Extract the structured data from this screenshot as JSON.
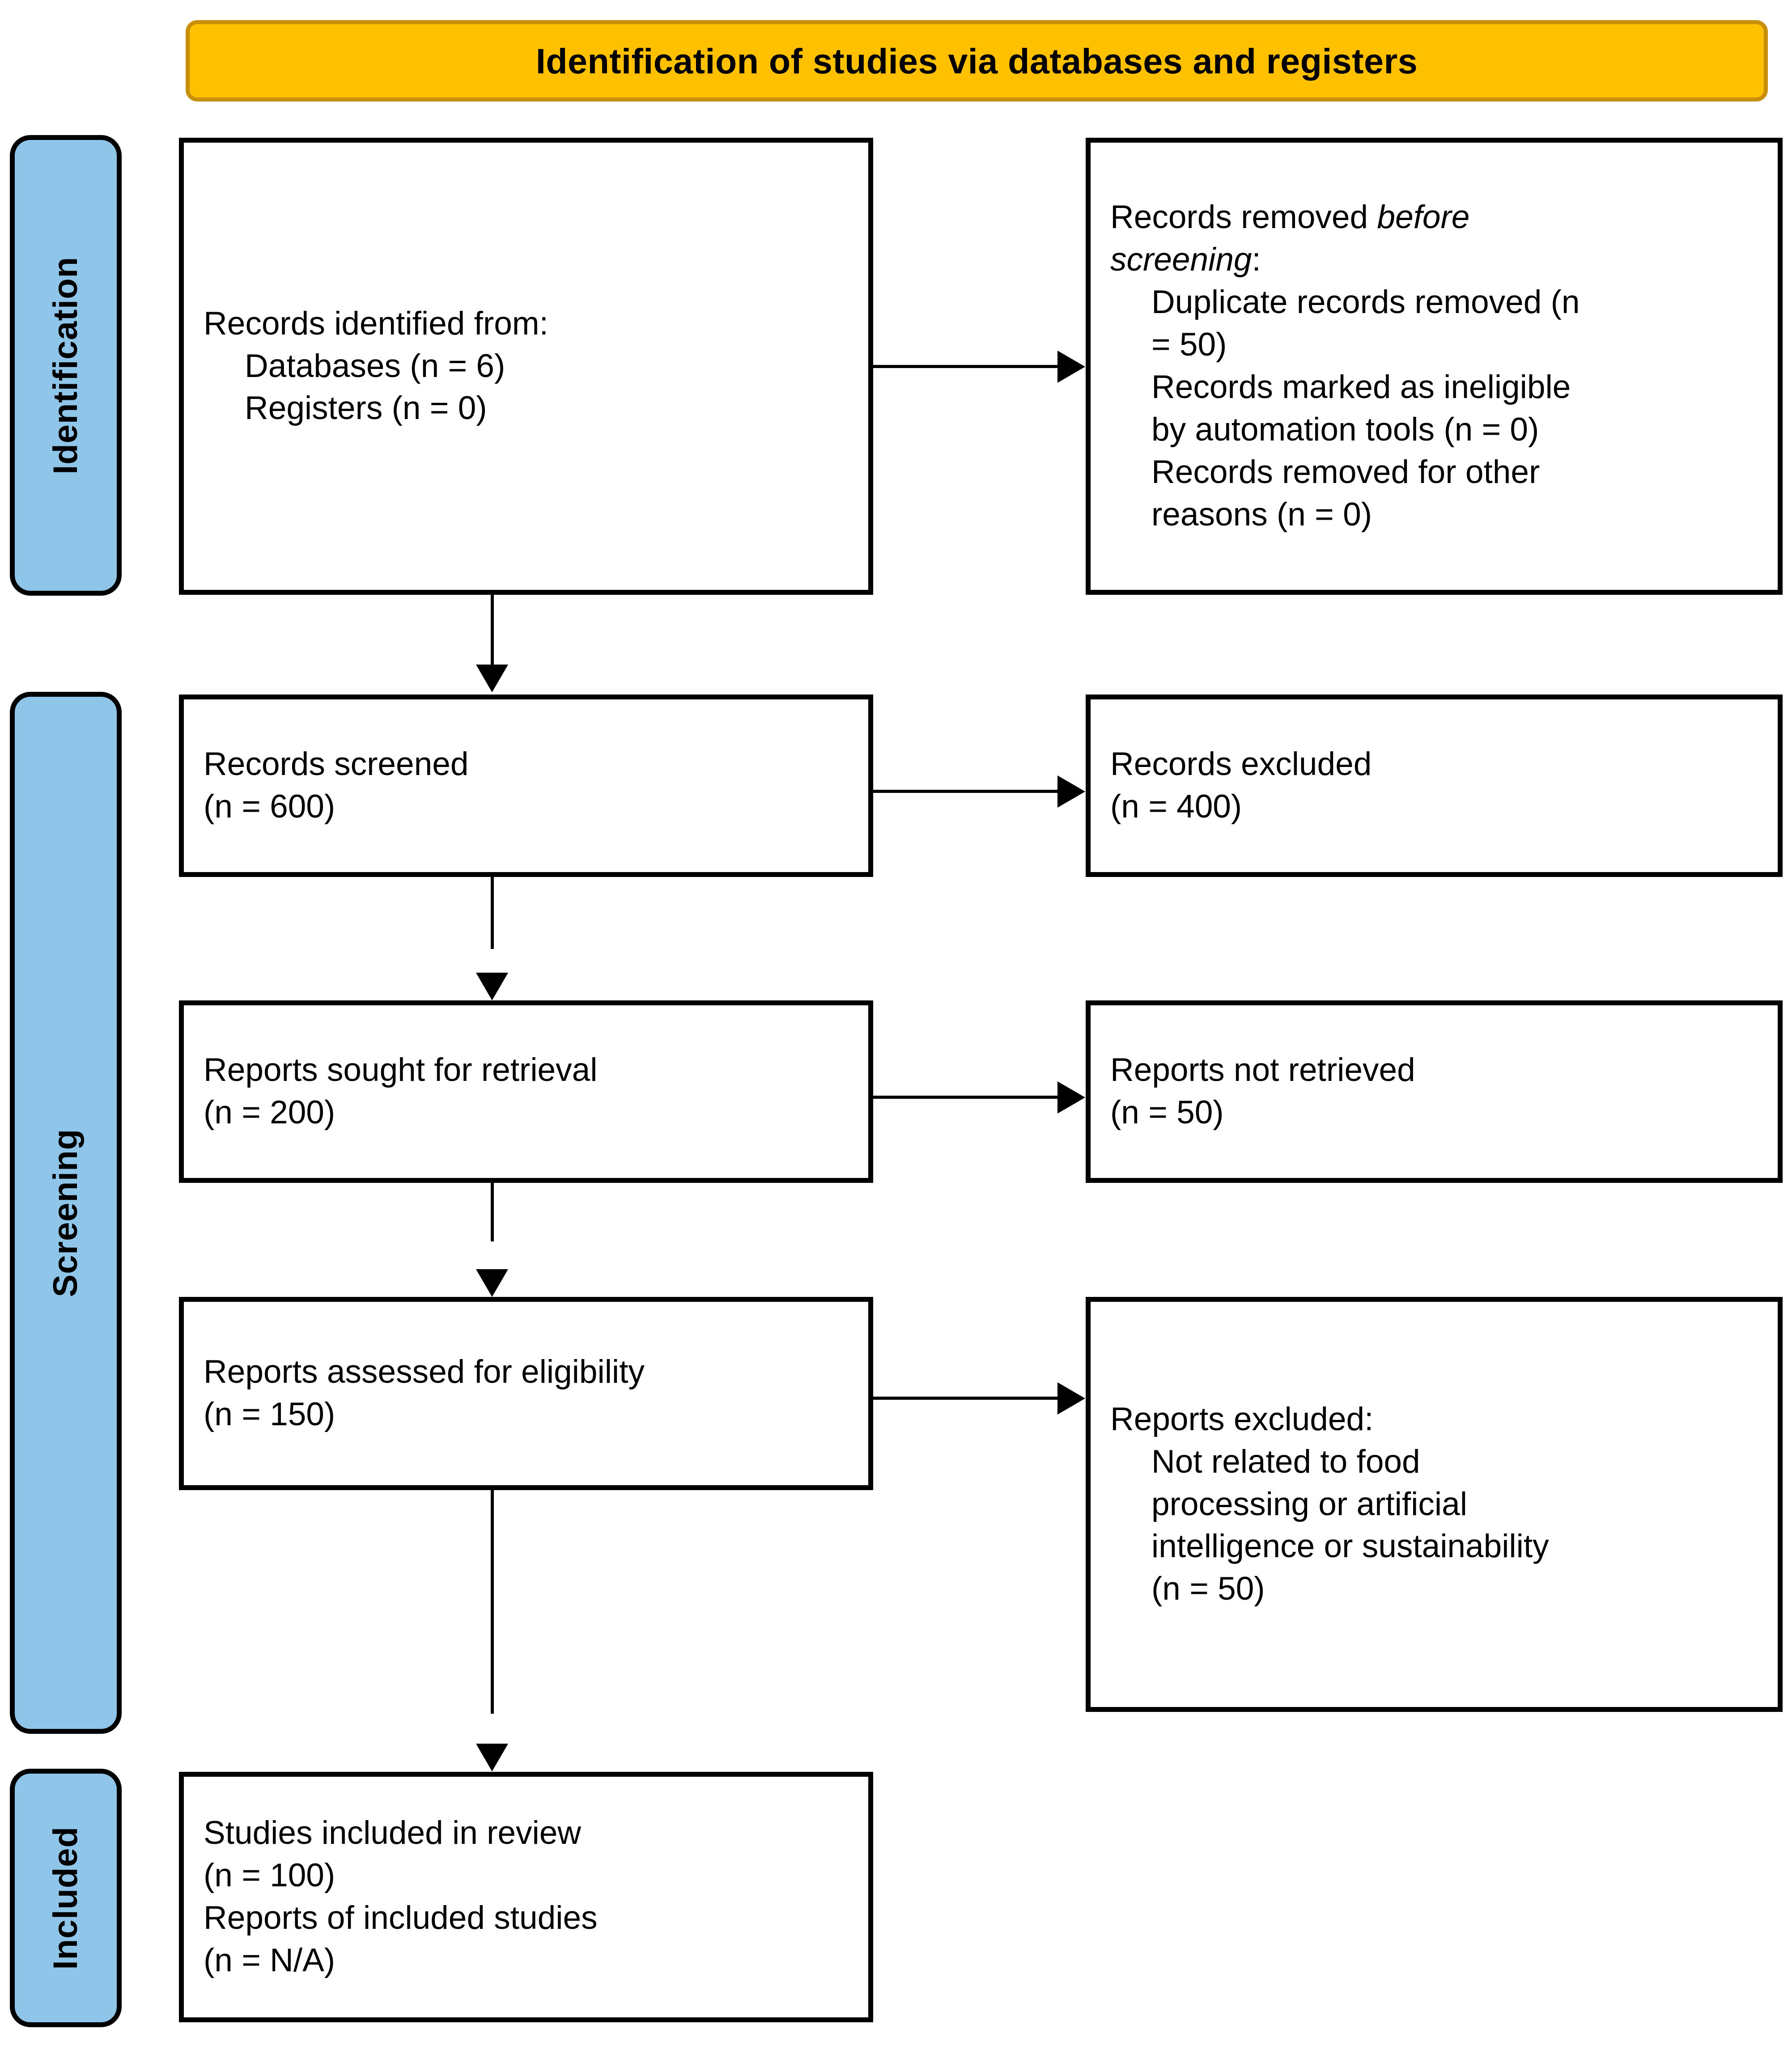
{
  "header": {
    "title": "Identification of studies via databases and registers",
    "fill_color": "#FFC000",
    "border_color": "#C8900A"
  },
  "stages": {
    "identification": "Identification",
    "screening": "Screening",
    "included": "Included",
    "fill_color": "#8FC5E8",
    "border_color": "#000000"
  },
  "boxes": {
    "identified": {
      "line1": "Records identified from:",
      "line2": "Databases (n = 6)",
      "line3": "Registers (n = 0)"
    },
    "removed_before_screening": {
      "line1_prefix": "Records removed ",
      "line1_em": "before",
      "line2_em": "screening",
      "line2_suffix": ":",
      "line3": "Duplicate records removed (n",
      "line4": "= 50)",
      "line5": "Records marked as ineligible",
      "line6": "by automation tools (n = 0)",
      "line7": "Records removed for other",
      "line8": "reasons (n = 0)"
    },
    "screened": {
      "line1": "Records screened",
      "line2": "(n = 600)"
    },
    "records_excluded": {
      "line1": "Records excluded",
      "line2": "(n = 400)"
    },
    "sought_for_retrieval": {
      "line1": "Reports sought for retrieval",
      "line2": "(n = 200)"
    },
    "not_retrieved": {
      "line1": "Reports not retrieved",
      "line2": "(n = 50)"
    },
    "assessed_eligibility": {
      "line1": "Reports assessed for eligibility",
      "line2": "(n = 150)"
    },
    "reports_excluded": {
      "line1": "Reports excluded:",
      "line2": "Not related to food",
      "line3": "processing or artificial",
      "line4": "intelligence or sustainability",
      "line5": "(n = 50)"
    },
    "included": {
      "line1": "Studies included in review",
      "line2": "(n = 100)",
      "line3": "Reports of included studies",
      "line4": "(n = N/A)"
    }
  },
  "flow_data": {
    "type": "prisma-flow",
    "records_identified_databases": 6,
    "records_identified_registers": 0,
    "duplicate_records_removed": 50,
    "records_ineligible_automation": 0,
    "records_removed_other": 0,
    "records_screened": 600,
    "records_excluded": 400,
    "reports_sought_for_retrieval": 200,
    "reports_not_retrieved": 50,
    "reports_assessed_for_eligibility": 150,
    "reports_excluded": 50,
    "studies_included_in_review": 100,
    "reports_of_included_studies": "N/A"
  }
}
